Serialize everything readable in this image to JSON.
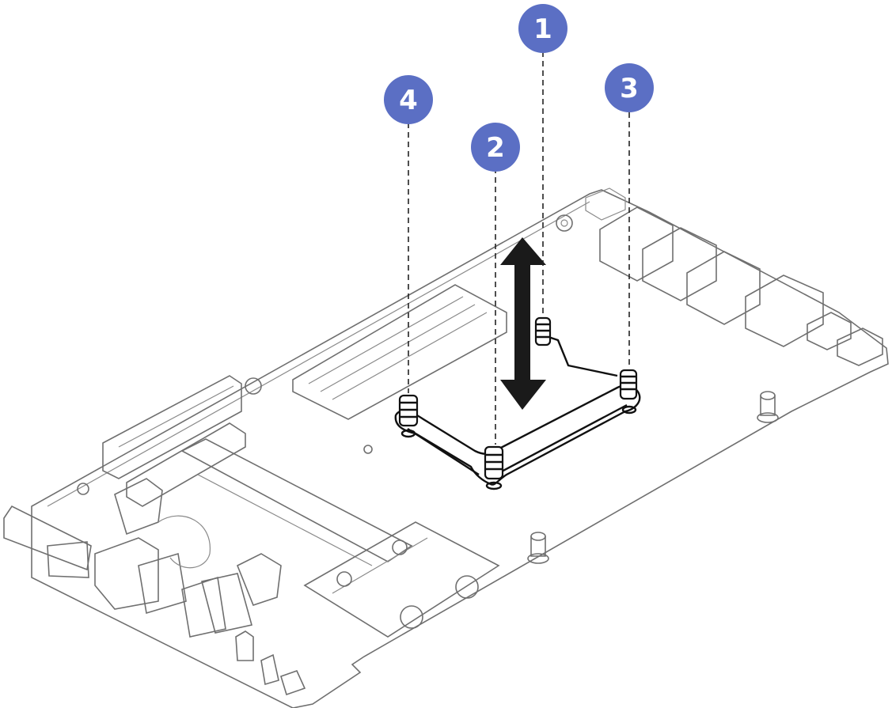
{
  "colors": {
    "callout_fill": "#5b6fc4",
    "board_outline": "#6f6f6f",
    "bracket": "#111111",
    "arrow": "#1a1a1a"
  },
  "callouts": [
    {
      "label": "1",
      "screw": "rear-right"
    },
    {
      "label": "2",
      "screw": "front"
    },
    {
      "label": "3",
      "screw": "right"
    },
    {
      "label": "4",
      "screw": "left"
    }
  ],
  "arrow": {
    "direction": "vertical-double"
  }
}
